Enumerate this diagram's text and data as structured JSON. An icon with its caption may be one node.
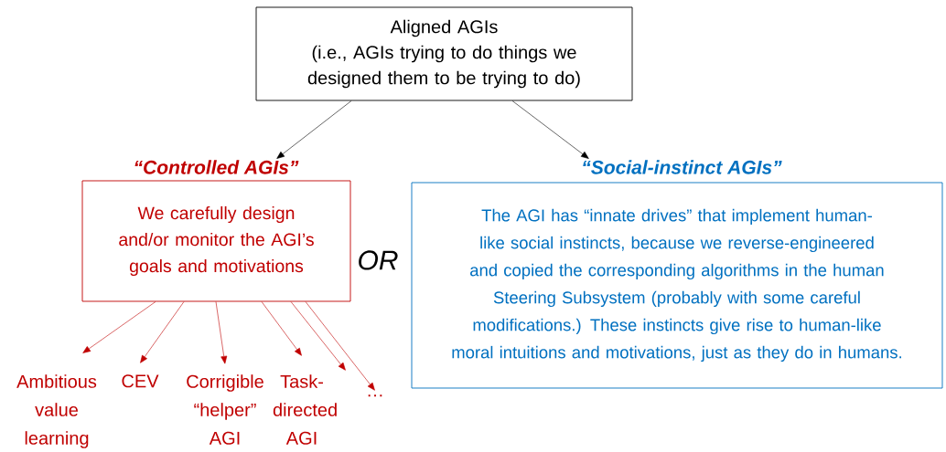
{
  "diagram": {
    "nodes": [
      {
        "text": [
          "Aligned AGIs",
          "(i.e., AGIs trying to do things we designed them to be trying to do)"
        ]
      },
      {
        "text": [
          "“Controlled AGIs”",
          "We carefully design and/or monitor the AGI’s goals and motivations"
        ]
      },
      {
        "text": [
          "“Social-instinct AGIs”",
          "The AGI has “innate drives” that implement human-like social instincts, because we reverse-engineered and copied the corresponding algorithms in the human Steering Subsystem (probably with some careful modifications.) These instincts give rise to human-like moral intuitions and motivations, just as they do in humans."
        ]
      },
      {
        "text": [
          "Ambitious value learning"
        ]
      },
      {
        "text": [
          "CEV"
        ]
      },
      {
        "text": [
          "Corrigible “helper” AGI"
        ]
      },
      {
        "text": [
          "Task-directed AGI"
        ]
      },
      {
        "text": [
          "…"
        ]
      }
    ],
    "edges": [
      {
        "from": 0,
        "to": 1,
        "arrow": "to",
        "color": "#000000"
      },
      {
        "from": 0,
        "to": 2,
        "arrow": "to",
        "color": "#000000"
      },
      {
        "from": 1,
        "to": 3,
        "arrow": "to"
      },
      {
        "from": 1,
        "to": 4,
        "arrow": "to"
      },
      {
        "from": 1,
        "to": 5,
        "arrow": "to"
      },
      {
        "from": 1,
        "to": 6,
        "arrow": "to"
      },
      {
        "from": 1,
        "to": 6,
        "arrow": "to"
      },
      {
        "from": 1,
        "to": 7,
        "arrow": "to"
      }
    ],
    "labels": [
      "OR"
    ]
  }
}
